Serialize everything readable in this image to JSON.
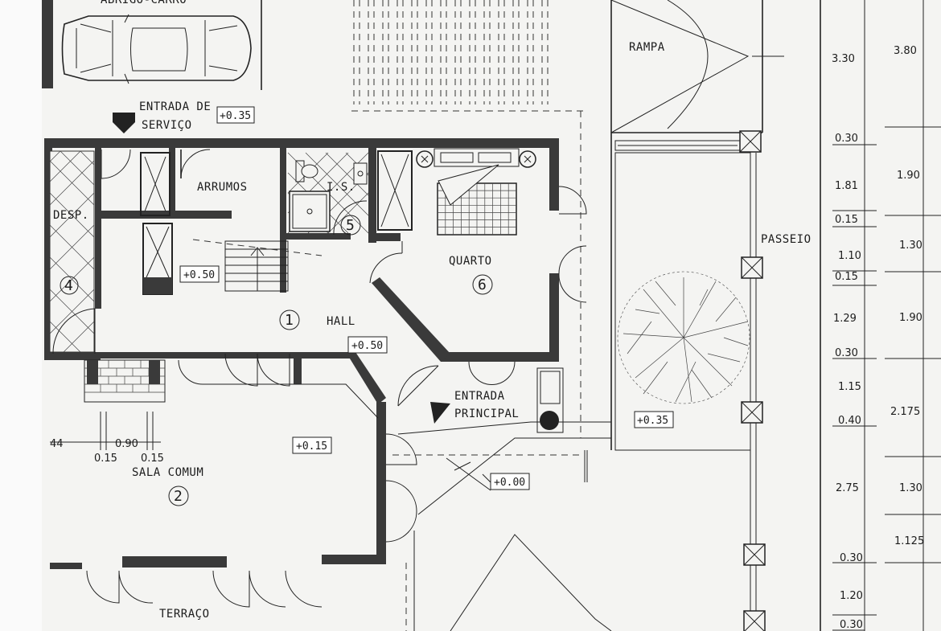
{
  "rooms": {
    "carport": "ABRIGO-CARRO",
    "service_entry_line1": "ENTRADA DE",
    "service_entry_line2": "SERVIÇO",
    "storage": "ARRUMOS",
    "pantry": "DESP.",
    "wc": "I.S.",
    "bedroom": "QUARTO",
    "hall": "HALL",
    "main_entry_line1": "ENTRADA",
    "main_entry_line2": "PRINCIPAL",
    "living": "SALA COMUM",
    "terrace": "TERRAÇO",
    "ramp": "RAMPA",
    "sidewalk": "PASSEIO"
  },
  "room_numbers": {
    "hall": "1",
    "living": "2",
    "pantry": "4",
    "wc": "5",
    "bedroom": "6"
  },
  "levels": {
    "service": "+0.35",
    "storage": "+0.50",
    "hall": "+0.50",
    "living": "+0.15",
    "entry": "+0.00",
    "sidewalk": "+0.35"
  },
  "inline_dimensions": {
    "left": "44",
    "pier_left": "0.15",
    "span": "0.90",
    "pier_right": "0.15"
  },
  "dimension_column_a": [
    "3.30",
    "0.30",
    "1.81",
    "0.15",
    "1.10",
    "0.15",
    "1.29",
    "0.30",
    "1.15",
    "0.40",
    "2.75",
    "0.30",
    "1.20",
    "0.30"
  ],
  "dimension_column_b": [
    "3.80",
    "1.90",
    "1.30",
    "1.90",
    "2.175",
    "1.30",
    "1.125"
  ]
}
